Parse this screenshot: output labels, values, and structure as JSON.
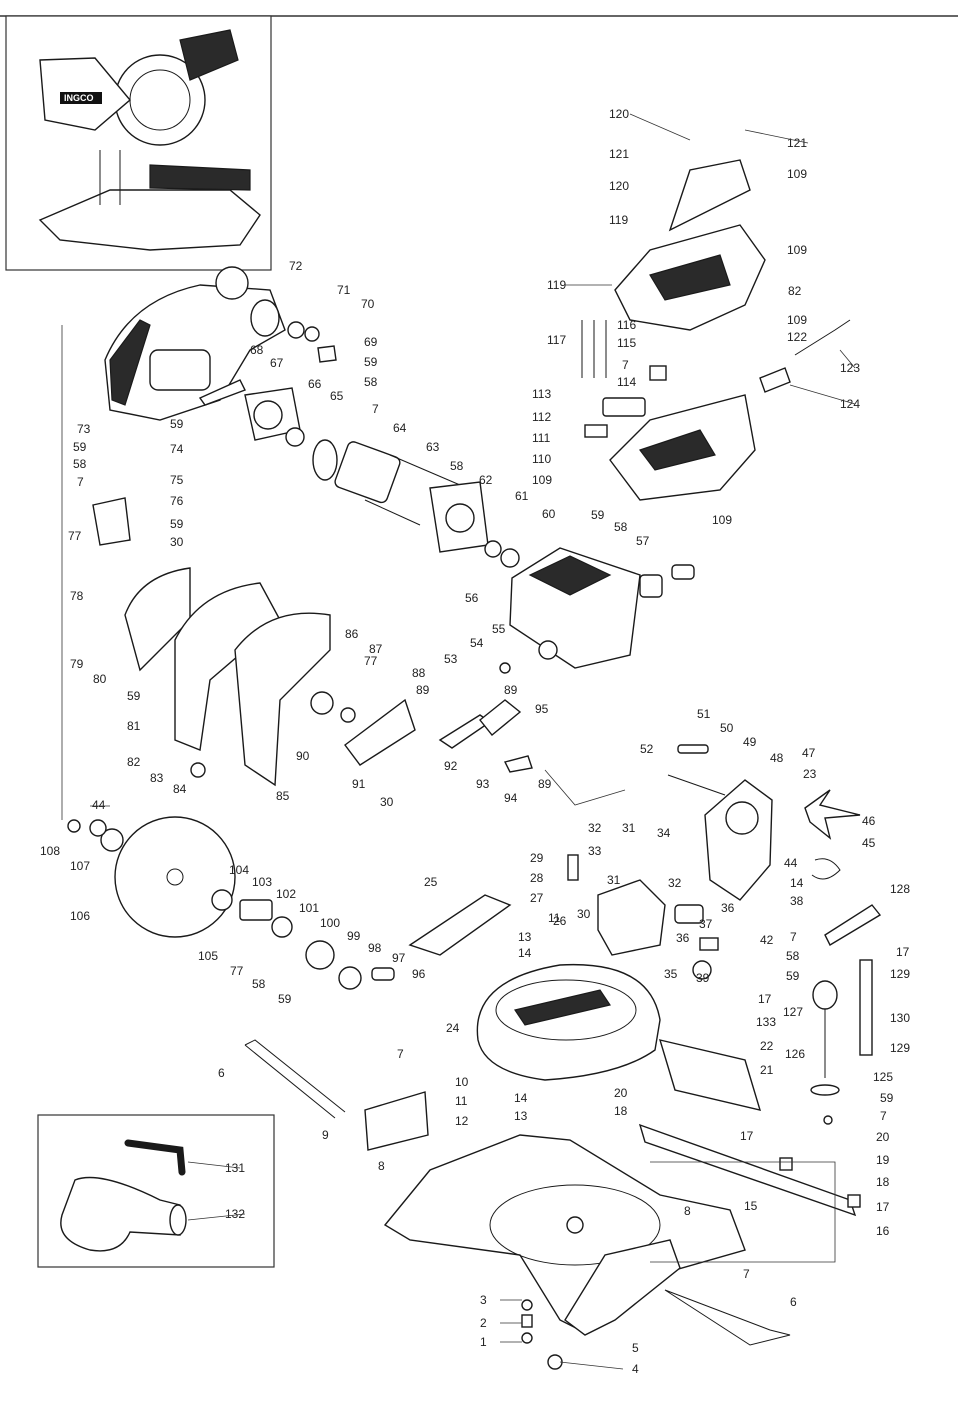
{
  "diagram": {
    "brand_label": "INGCO",
    "callout_numbers": [
      "1",
      "2",
      "3",
      "4",
      "5",
      "6",
      "7",
      "8",
      "9",
      "10",
      "11",
      "12",
      "13",
      "14",
      "15",
      "16",
      "17",
      "18",
      "19",
      "20",
      "21",
      "22",
      "23",
      "24",
      "25",
      "26",
      "27",
      "28",
      "29",
      "30",
      "31",
      "32",
      "33",
      "34",
      "35",
      "36",
      "37",
      "38",
      "39",
      "42",
      "44",
      "45",
      "46",
      "47",
      "48",
      "49",
      "50",
      "51",
      "52",
      "53",
      "54",
      "55",
      "56",
      "57",
      "58",
      "59",
      "60",
      "61",
      "62",
      "63",
      "64",
      "65",
      "66",
      "67",
      "68",
      "69",
      "70",
      "71",
      "72",
      "73",
      "74",
      "75",
      "76",
      "77",
      "78",
      "79",
      "80",
      "81",
      "82",
      "83",
      "84",
      "85",
      "86",
      "87",
      "88",
      "89",
      "90",
      "91",
      "92",
      "93",
      "94",
      "95",
      "96",
      "97",
      "98",
      "99",
      "100",
      "101",
      "102",
      "103",
      "104",
      "105",
      "106",
      "107",
      "108",
      "109",
      "110",
      "111",
      "112",
      "113",
      "114",
      "115",
      "116",
      "117",
      "119",
      "120",
      "121",
      "122",
      "123",
      "124",
      "125",
      "126",
      "127",
      "128",
      "129",
      "130",
      "131",
      "132",
      "133"
    ]
  }
}
